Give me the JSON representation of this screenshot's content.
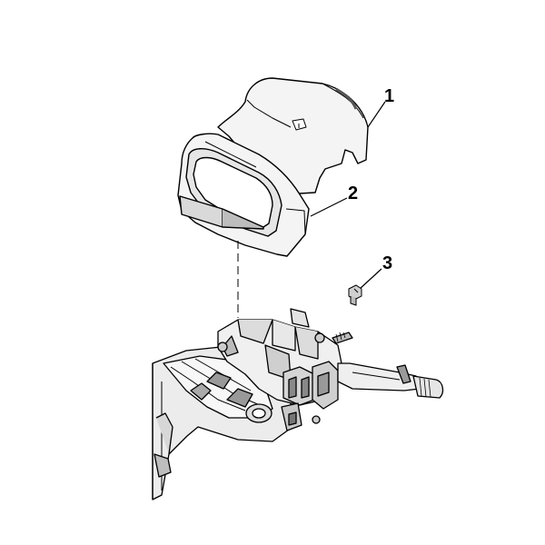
{
  "diagram": {
    "callouts": [
      {
        "id": "1",
        "label": "1"
      },
      {
        "id": "2",
        "label": "2"
      },
      {
        "id": "3",
        "label": "3"
      }
    ],
    "colors": {
      "line": "#000000",
      "fill_light": "#f2f2f2",
      "fill_mid": "#d9d9d9",
      "fill_dark": "#8c8c8c",
      "background": "#ffffff"
    }
  }
}
